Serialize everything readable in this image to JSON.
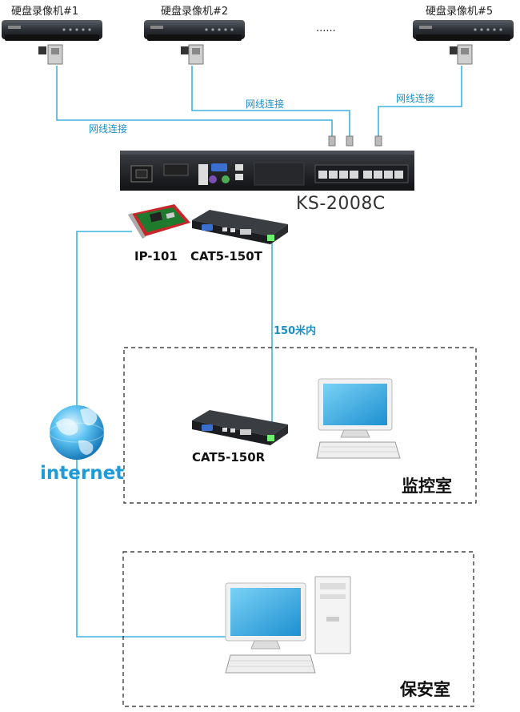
{
  "dvrs": [
    {
      "label": "硬盘录像机#1"
    },
    {
      "label": "硬盘录像机#2"
    },
    {
      "label": "硬盘录像机#5"
    }
  ],
  "ellipsis": "......",
  "network_labels": [
    "网线连接",
    "网线连接",
    "网线连接"
  ],
  "switch_label": "KS-2008C",
  "devices": {
    "ip": "IP-101",
    "transmitter": "CAT5-150T",
    "receiver": "CAT5-150R"
  },
  "distance": "150米内",
  "internet": "internet",
  "rooms": {
    "monitor": "监控室",
    "security": "保安室"
  },
  "colors": {
    "cable": "#3fb3dd",
    "accent": "#1c9bd8"
  }
}
